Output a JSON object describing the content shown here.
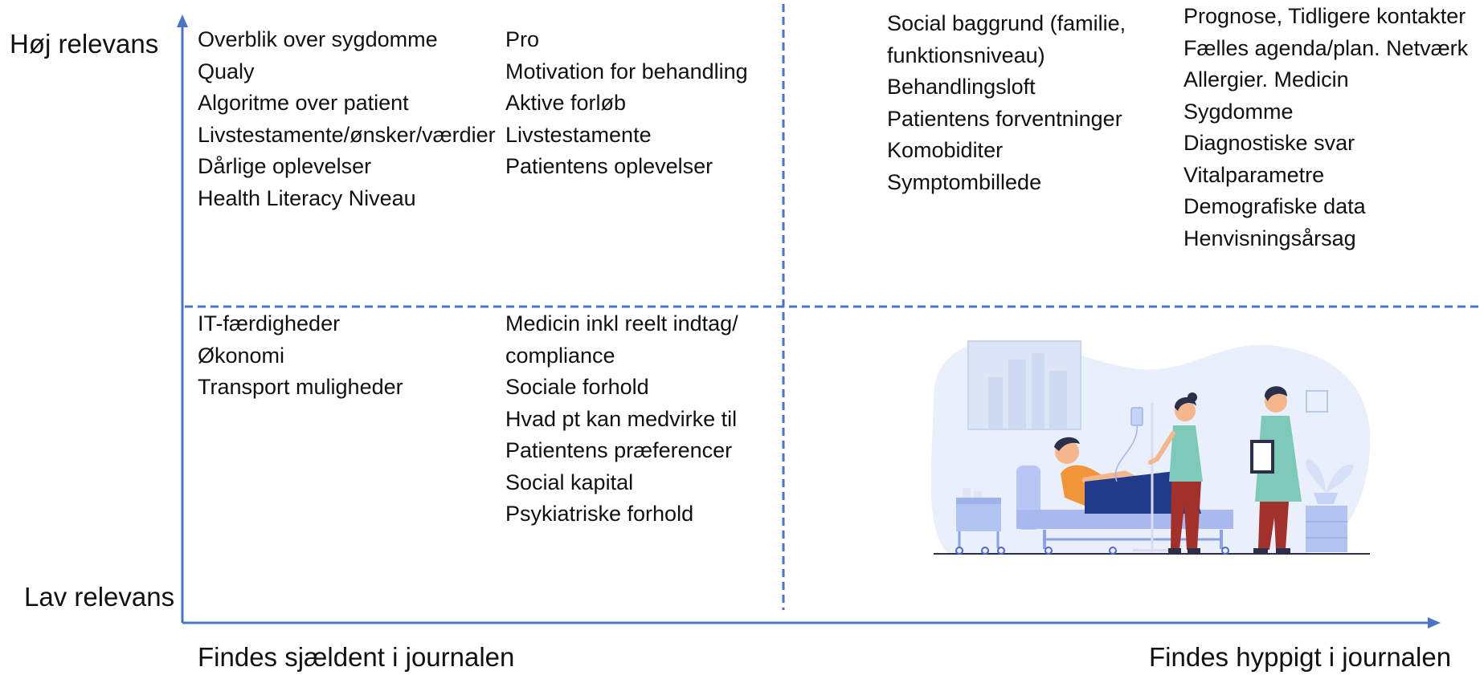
{
  "axes": {
    "y_high": "Høj relevans",
    "y_low": "Lav relevans",
    "x_low": "Findes sjældent i journalen",
    "x_high": "Findes hyppigt i journalen"
  },
  "quadrants": {
    "top_left_a": [
      "Overblik over sygdomme",
      "Qualy",
      "Algoritme over patient",
      "Livstestamente/ønsker/værdier",
      "Dårlige oplevelser",
      "Health Literacy Niveau"
    ],
    "top_left_b": [
      "Pro",
      "Motivation for behandling",
      "Aktive forløb",
      "Livstestamente",
      "Patientens oplevelser"
    ],
    "top_right_a": [
      "Social baggrund (familie,",
      "funktionsniveau)",
      "Behandlingsloft",
      "Patientens forventninger",
      "Komobiditer",
      "Symptombillede"
    ],
    "top_right_b": [
      "Prognose, Tidligere kontakter",
      "Fælles agenda/plan. Netværk",
      "Allergier. Medicin",
      "Sygdomme",
      "Diagnostiske svar",
      "Vitalparametre",
      "Demografiske data",
      "Henvisningsårsag"
    ],
    "bottom_left_a": [
      "IT-færdigheder",
      "Økonomi",
      "Transport muligheder"
    ],
    "bottom_left_b": [
      "Medicin inkl reelt indtag/",
      "compliance",
      "Sociale forhold",
      "Hvad pt kan medvirke til",
      "Patientens præferencer",
      "Social kapital",
      "Psykiatriske forhold"
    ]
  },
  "colors": {
    "axis": "#4a74c4",
    "illustration_bg": "#e9f0fb"
  },
  "illustration": "hospital-bed-illustration"
}
